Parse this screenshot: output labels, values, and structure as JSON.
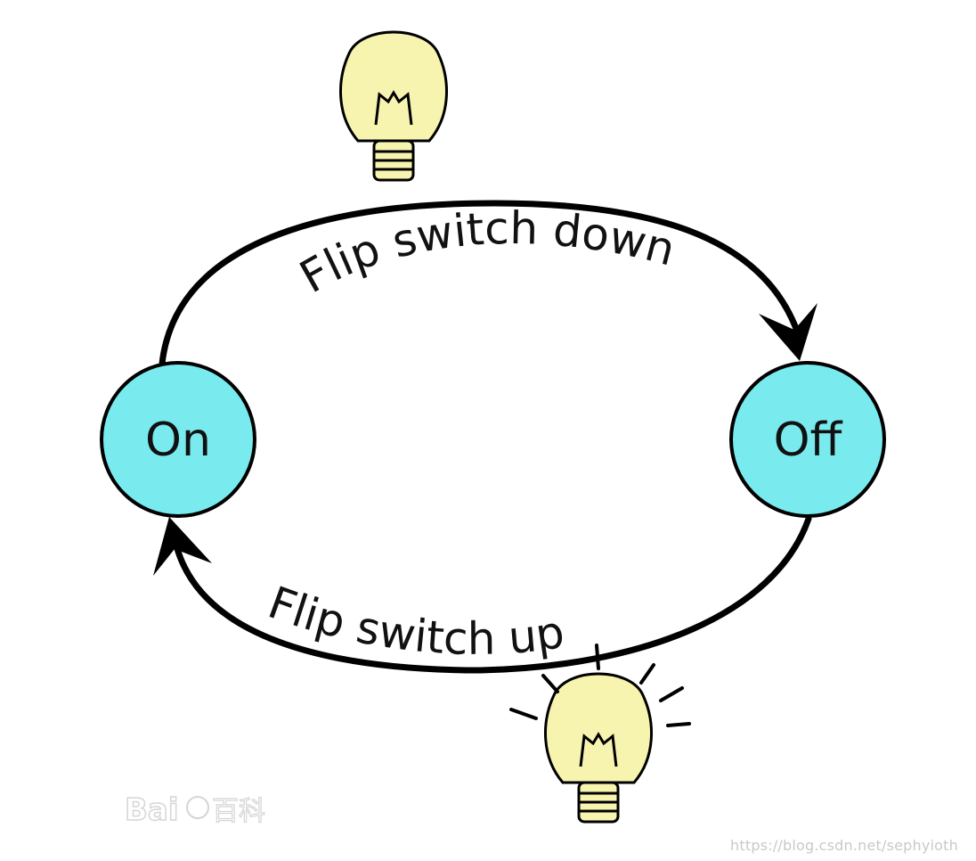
{
  "states": {
    "on": {
      "label": "On"
    },
    "off": {
      "label": "Off"
    }
  },
  "transitions": {
    "down": {
      "label": "Flip switch down"
    },
    "up": {
      "label": "Flip switch up"
    }
  },
  "colors": {
    "state_fill": "#79ebef",
    "bulb_fill": "#f7f4b0",
    "stroke": "#000000"
  },
  "watermarks": {
    "url": "https://blog.csdn.net/sephyioth",
    "logo": "Baidu百科"
  }
}
